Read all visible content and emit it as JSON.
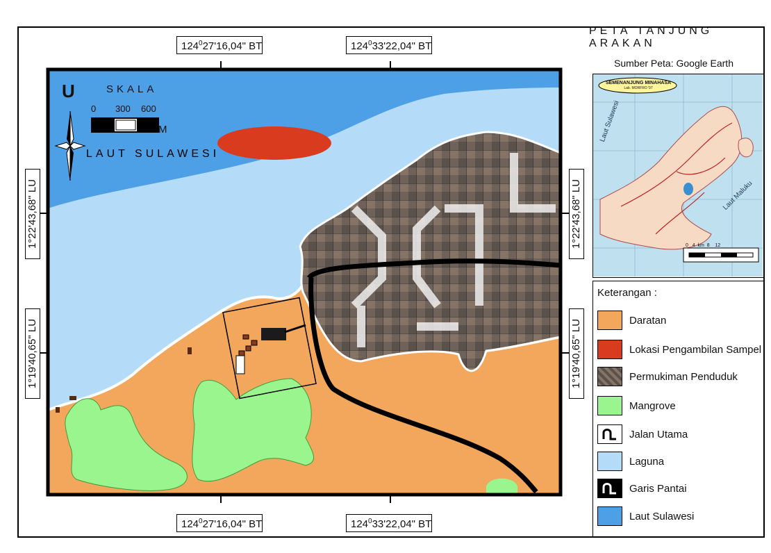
{
  "map": {
    "title": "PETA TANJUNG ARAKAN",
    "source": "Sumber Peta: Google Earth",
    "sea_label": "LAUT SULAWESI",
    "scale": {
      "title": "SKALA",
      "ticks": [
        "0",
        "300",
        "600"
      ],
      "unit": "M"
    },
    "north_label": "U",
    "coordinates": {
      "top_left": {
        "deg": "124",
        "rest": "27'16,04\" BT"
      },
      "top_right": {
        "deg": "124",
        "rest": "33'22,04\" BT"
      },
      "bottom_left": {
        "deg": "124",
        "rest": "27'16,04\" BT"
      },
      "bottom_right": {
        "deg": "124",
        "rest": "33'22,04\" BT"
      },
      "left_upper": "1°22'43,68\" LU",
      "left_lower": "1°19'40,65\" LU",
      "right_upper": "1°22'43,68\" LU",
      "right_lower": "1°19'40,65\" LU"
    }
  },
  "inset": {
    "banner_title": "SEMENANJUNG MINAHASA",
    "banner_sub": "Lab. MORFRO '97",
    "label_sulawesi": "Laut Sulawesi",
    "label_maluku": "Laut Maluku",
    "scale_text": "0   4  km  8    12"
  },
  "legend": {
    "title": "Keterangan :",
    "items": [
      {
        "label": "Daratan",
        "color": "#f3a75c"
      },
      {
        "label": "Lokasi Pengambilan Sampel",
        "color": "#d93b1f"
      },
      {
        "label": "Permukiman Penduduk",
        "color": "#6e625a"
      },
      {
        "label": "Mangrove",
        "color": "#9bf58f"
      },
      {
        "label": "Jalan Utama",
        "color": "#ffffff"
      },
      {
        "label": "Laguna",
        "color": "#b4dcf8"
      },
      {
        "label": "Garis Pantai",
        "color": "#000000"
      },
      {
        "label": "Laut Sulawesi",
        "color": "#4d9fe6"
      }
    ]
  },
  "colors": {
    "land": "#f3a75c",
    "sea": "#4d9fe6",
    "lagoon": "#b4dcf8",
    "mangrove": "#9bf58f",
    "sample": "#d93b1f",
    "settlement": "#6e625a",
    "inset_land": "#f6dac4"
  }
}
